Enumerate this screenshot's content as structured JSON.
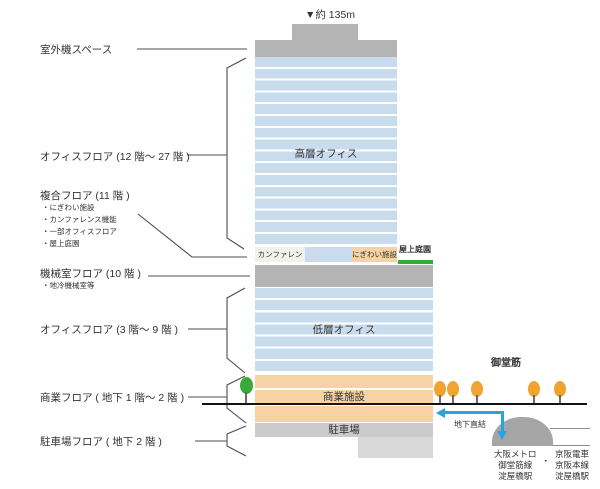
{
  "height_label": "▼約 135m",
  "left_labels": {
    "outdoor_unit": "室外機スペース",
    "office_high": "オフィスフロア (12 階〜 27 階 )",
    "mixed": "複合フロア (11 階 )",
    "mixed_items": [
      "・にぎわい施設",
      "・カンファレンス機能",
      "・一部オフィスフロア",
      "・屋上庭園"
    ],
    "machine": "機械室フロア (10 階 )",
    "machine_item": "・地冷機械室等",
    "office_low": "オフィスフロア (3 階〜 9 階 )",
    "commercial": "商業フロア ( 地下 1 階〜 2 階 )",
    "parking": "駐車場フロア ( 地下 2 階 )"
  },
  "building": {
    "high_office": "高層オフィス",
    "conference": "カンファレンス",
    "nigiwai": "にぎわい施設",
    "roof_garden": "屋上庭園",
    "low_office": "低層オフィス",
    "commercial": "商業施設",
    "parking": "駐車場"
  },
  "street": {
    "name": "御堂筋"
  },
  "underground": {
    "direct_label": "地下直結"
  },
  "stations": {
    "metro": [
      "大阪メトロ",
      "御堂筋線",
      "淀屋橋駅"
    ],
    "separator": "・",
    "keihan": [
      "京阪電車",
      "京阪本線",
      "淀屋橋駅"
    ]
  },
  "colors": {
    "office_blue": "#c9dcee",
    "roof_gray": "#b4b4b4",
    "commercial_orange": "#f6d2a4",
    "conference_bg": "#eff3ec",
    "parking_gray": "#cbcbcb",
    "parking_deep_gray": "#d8d8d8",
    "garden_green": "#2fae3c",
    "tree_green": "#3aa83a",
    "tree_orange": "#f0a42f",
    "arrow_blue": "#2ba3df",
    "station_gray": "#a5a5a5",
    "line_gray": "#4d4d4d",
    "ground_black": "#141414"
  }
}
